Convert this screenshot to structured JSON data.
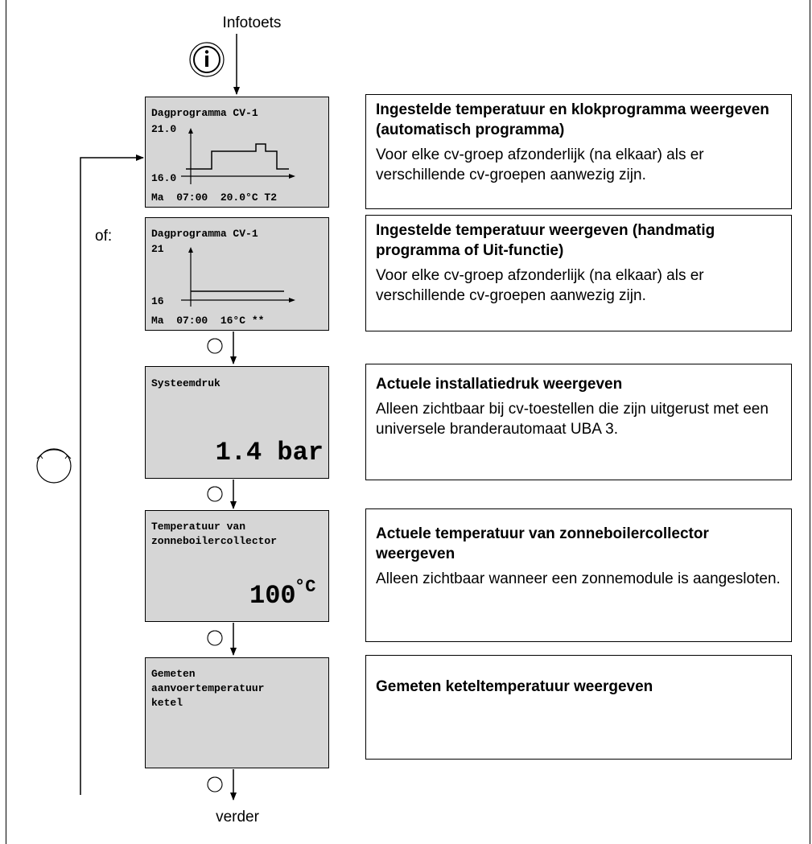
{
  "labels": {
    "top": "Infotoets",
    "bottom": "verder",
    "alternative": "of:"
  },
  "screens": [
    {
      "lines": [
        "Dagprogramma CV-1",
        "21.0",
        "16.0"
      ],
      "footer": "Ma  07:00  20.0°C T2"
    },
    {
      "lines": [
        "Dagprogramma CV-1",
        "21",
        "16"
      ],
      "footer": "Ma  07:00  16°C **"
    },
    {
      "lines": [
        "Systeemdruk"
      ],
      "value": "1.4 bar"
    },
    {
      "lines": [
        "Temperatuur van",
        "zonneboilercollector"
      ],
      "value": "100",
      "unit": "°C"
    },
    {
      "lines": [
        "Gemeten",
        "aanvoertemperatuur",
        "ketel"
      ]
    }
  ],
  "descriptions": [
    {
      "heading": "Ingestelde temperatuur en klokprogramma weergeven (automatisch programma)",
      "text": "Voor elke cv-groep afzonderlijk (na elkaar) als er verschillende cv-groepen aanwezig zijn."
    },
    {
      "heading": "Ingestelde temperatuur weergeven (handmatig programma of Uit-functie)",
      "text": "Voor elke cv-groep afzonderlijk (na elkaar) als er verschillende cv-groepen aanwezig zijn."
    },
    {
      "heading": "Actuele installatiedruk weergeven",
      "text": "Alleen zichtbaar bij cv-toestellen die zijn uitgerust met een universele branderautomaat UBA 3."
    },
    {
      "heading": "Actuele temperatuur van zonneboilercollector weergeven",
      "text": "Alleen zichtbaar wanneer een zonnemodule is aangesloten."
    },
    {
      "heading": "Gemeten keteltemperatuur weergeven"
    }
  ],
  "icons": {
    "info_button": "info-icon",
    "rotary_knob": "rotary-knob-icon",
    "small_knob": "knob-icon"
  }
}
